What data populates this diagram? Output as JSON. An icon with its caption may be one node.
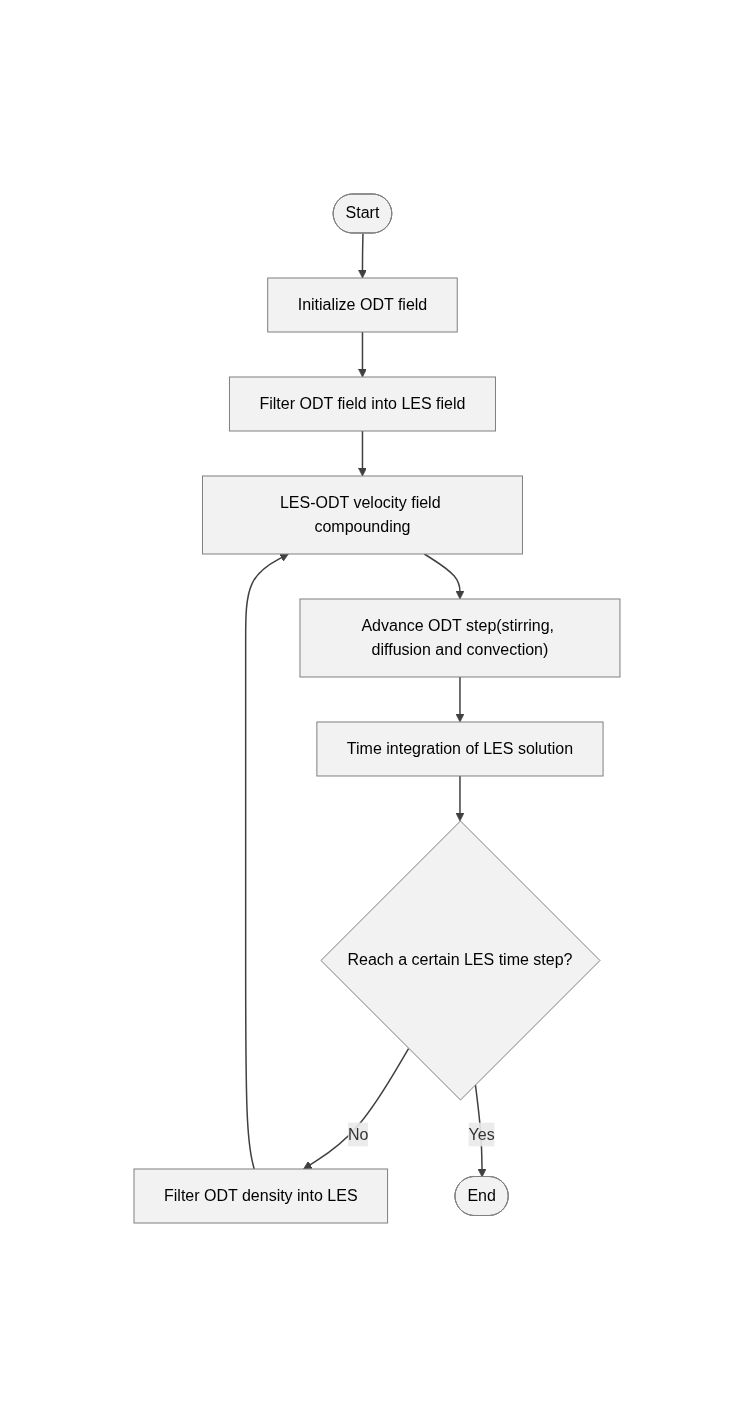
{
  "diagram": {
    "nodes": [
      {
        "text": [
          "Start"
        ]
      },
      {
        "text": [
          "Initialize ODT field"
        ]
      },
      {
        "text": [
          "Filter ODT field into LES field"
        ]
      },
      {
        "text": [
          "LES-ODT velocity field compounding"
        ]
      },
      {
        "text": [
          "Advance ODT step(stirring, diffusion and convection)"
        ]
      },
      {
        "text": [
          "Time integration of LES solution"
        ]
      },
      {
        "text": [
          "Reach a certain LES time step?"
        ]
      },
      {
        "text": [
          "Filter ODT density into LES"
        ]
      },
      {
        "text": [
          "End"
        ]
      }
    ],
    "edges": [
      {
        "from": 0,
        "to": 1,
        "arrow": "to"
      },
      {
        "from": 1,
        "to": 2,
        "arrow": "to"
      },
      {
        "from": 2,
        "to": 3,
        "arrow": "to"
      },
      {
        "from": 3,
        "to": 4,
        "arrow": "to"
      },
      {
        "from": 4,
        "to": 5,
        "arrow": "to"
      },
      {
        "from": 5,
        "to": 6,
        "arrow": "to"
      },
      {
        "from": 6,
        "to": 7,
        "label": "No",
        "arrow": "to"
      },
      {
        "from": 6,
        "to": 8,
        "label": "Yes",
        "arrow": "to"
      },
      {
        "from": 7,
        "to": 3,
        "arrow": "to"
      }
    ]
  }
}
